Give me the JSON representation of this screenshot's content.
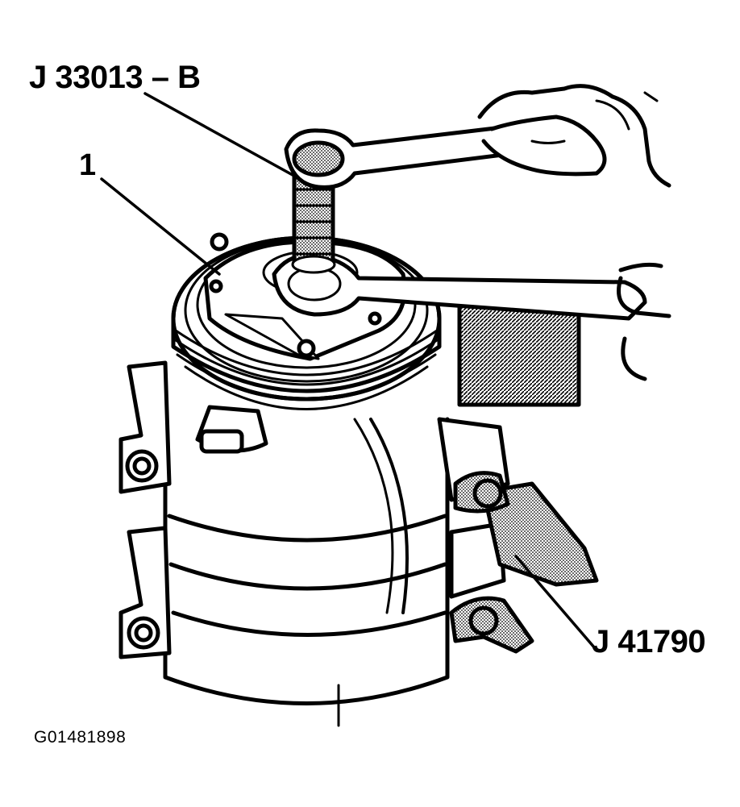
{
  "labels": {
    "tool_top": "J 33013 – B",
    "item_1": "1",
    "tool_bottom": "J 41790",
    "figure_id": "G01481898"
  },
  "colors": {
    "ink": "#000000",
    "paper": "#ffffff",
    "shade": "#bdbdbd"
  }
}
